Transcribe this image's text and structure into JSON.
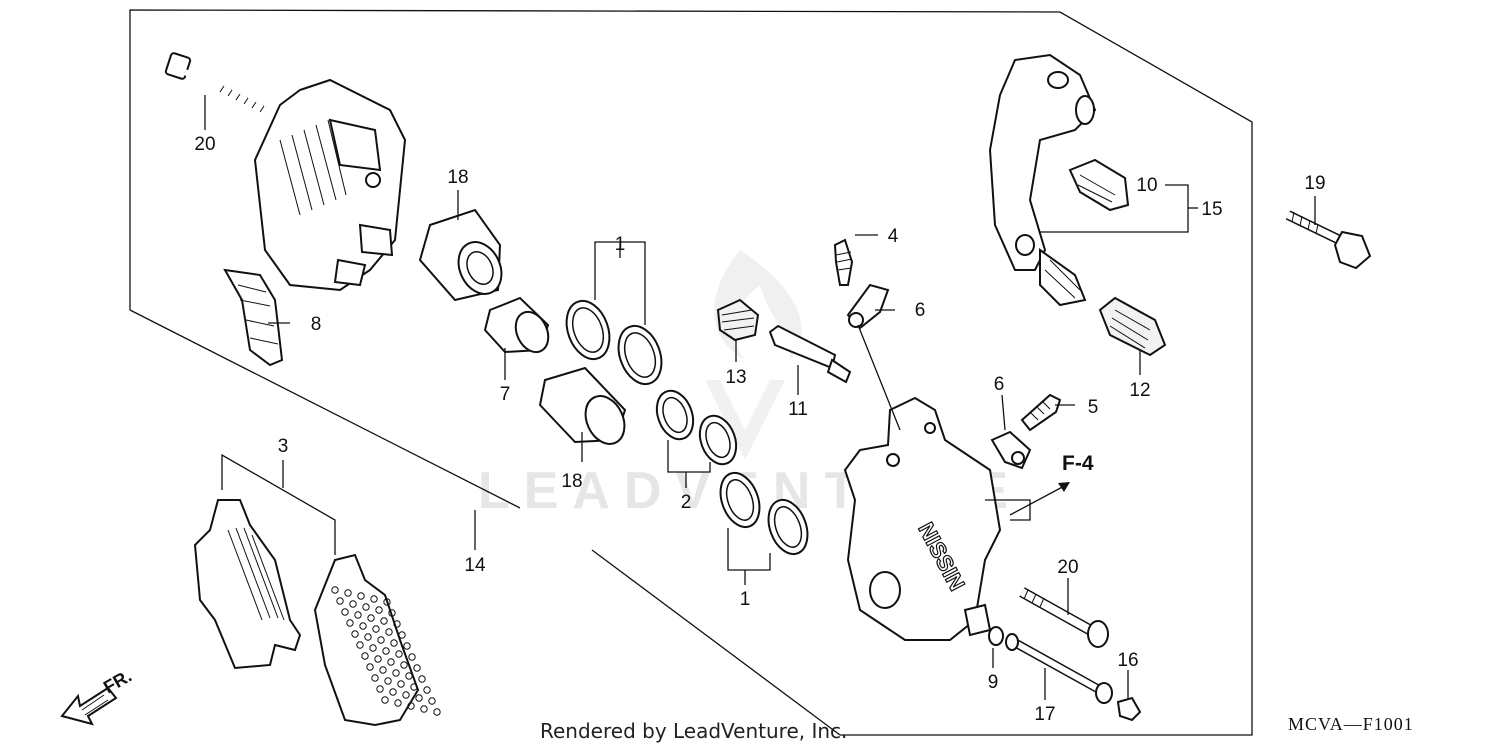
{
  "diagram": {
    "watermark": "LEADVENTURE",
    "credit": "Rendered by LeadVenture, Inc.",
    "code": "MCVA—F1001",
    "reference": "F-4",
    "front_label": "FR.",
    "callouts": {
      "c1a": "1",
      "c1b": "1",
      "c2": "2",
      "c3": "3",
      "c4": "4",
      "c5": "5",
      "c6a": "6",
      "c6b": "6",
      "c7": "7",
      "c8": "8",
      "c9": "9",
      "c10": "10",
      "c11": "11",
      "c12": "12",
      "c13": "13",
      "c14": "14",
      "c15": "15",
      "c16": "16",
      "c17": "17",
      "c18a": "18",
      "c18b": "18",
      "c19": "19",
      "c20a": "20",
      "c20b": "20"
    },
    "caliper_brand": "NISSIN"
  }
}
